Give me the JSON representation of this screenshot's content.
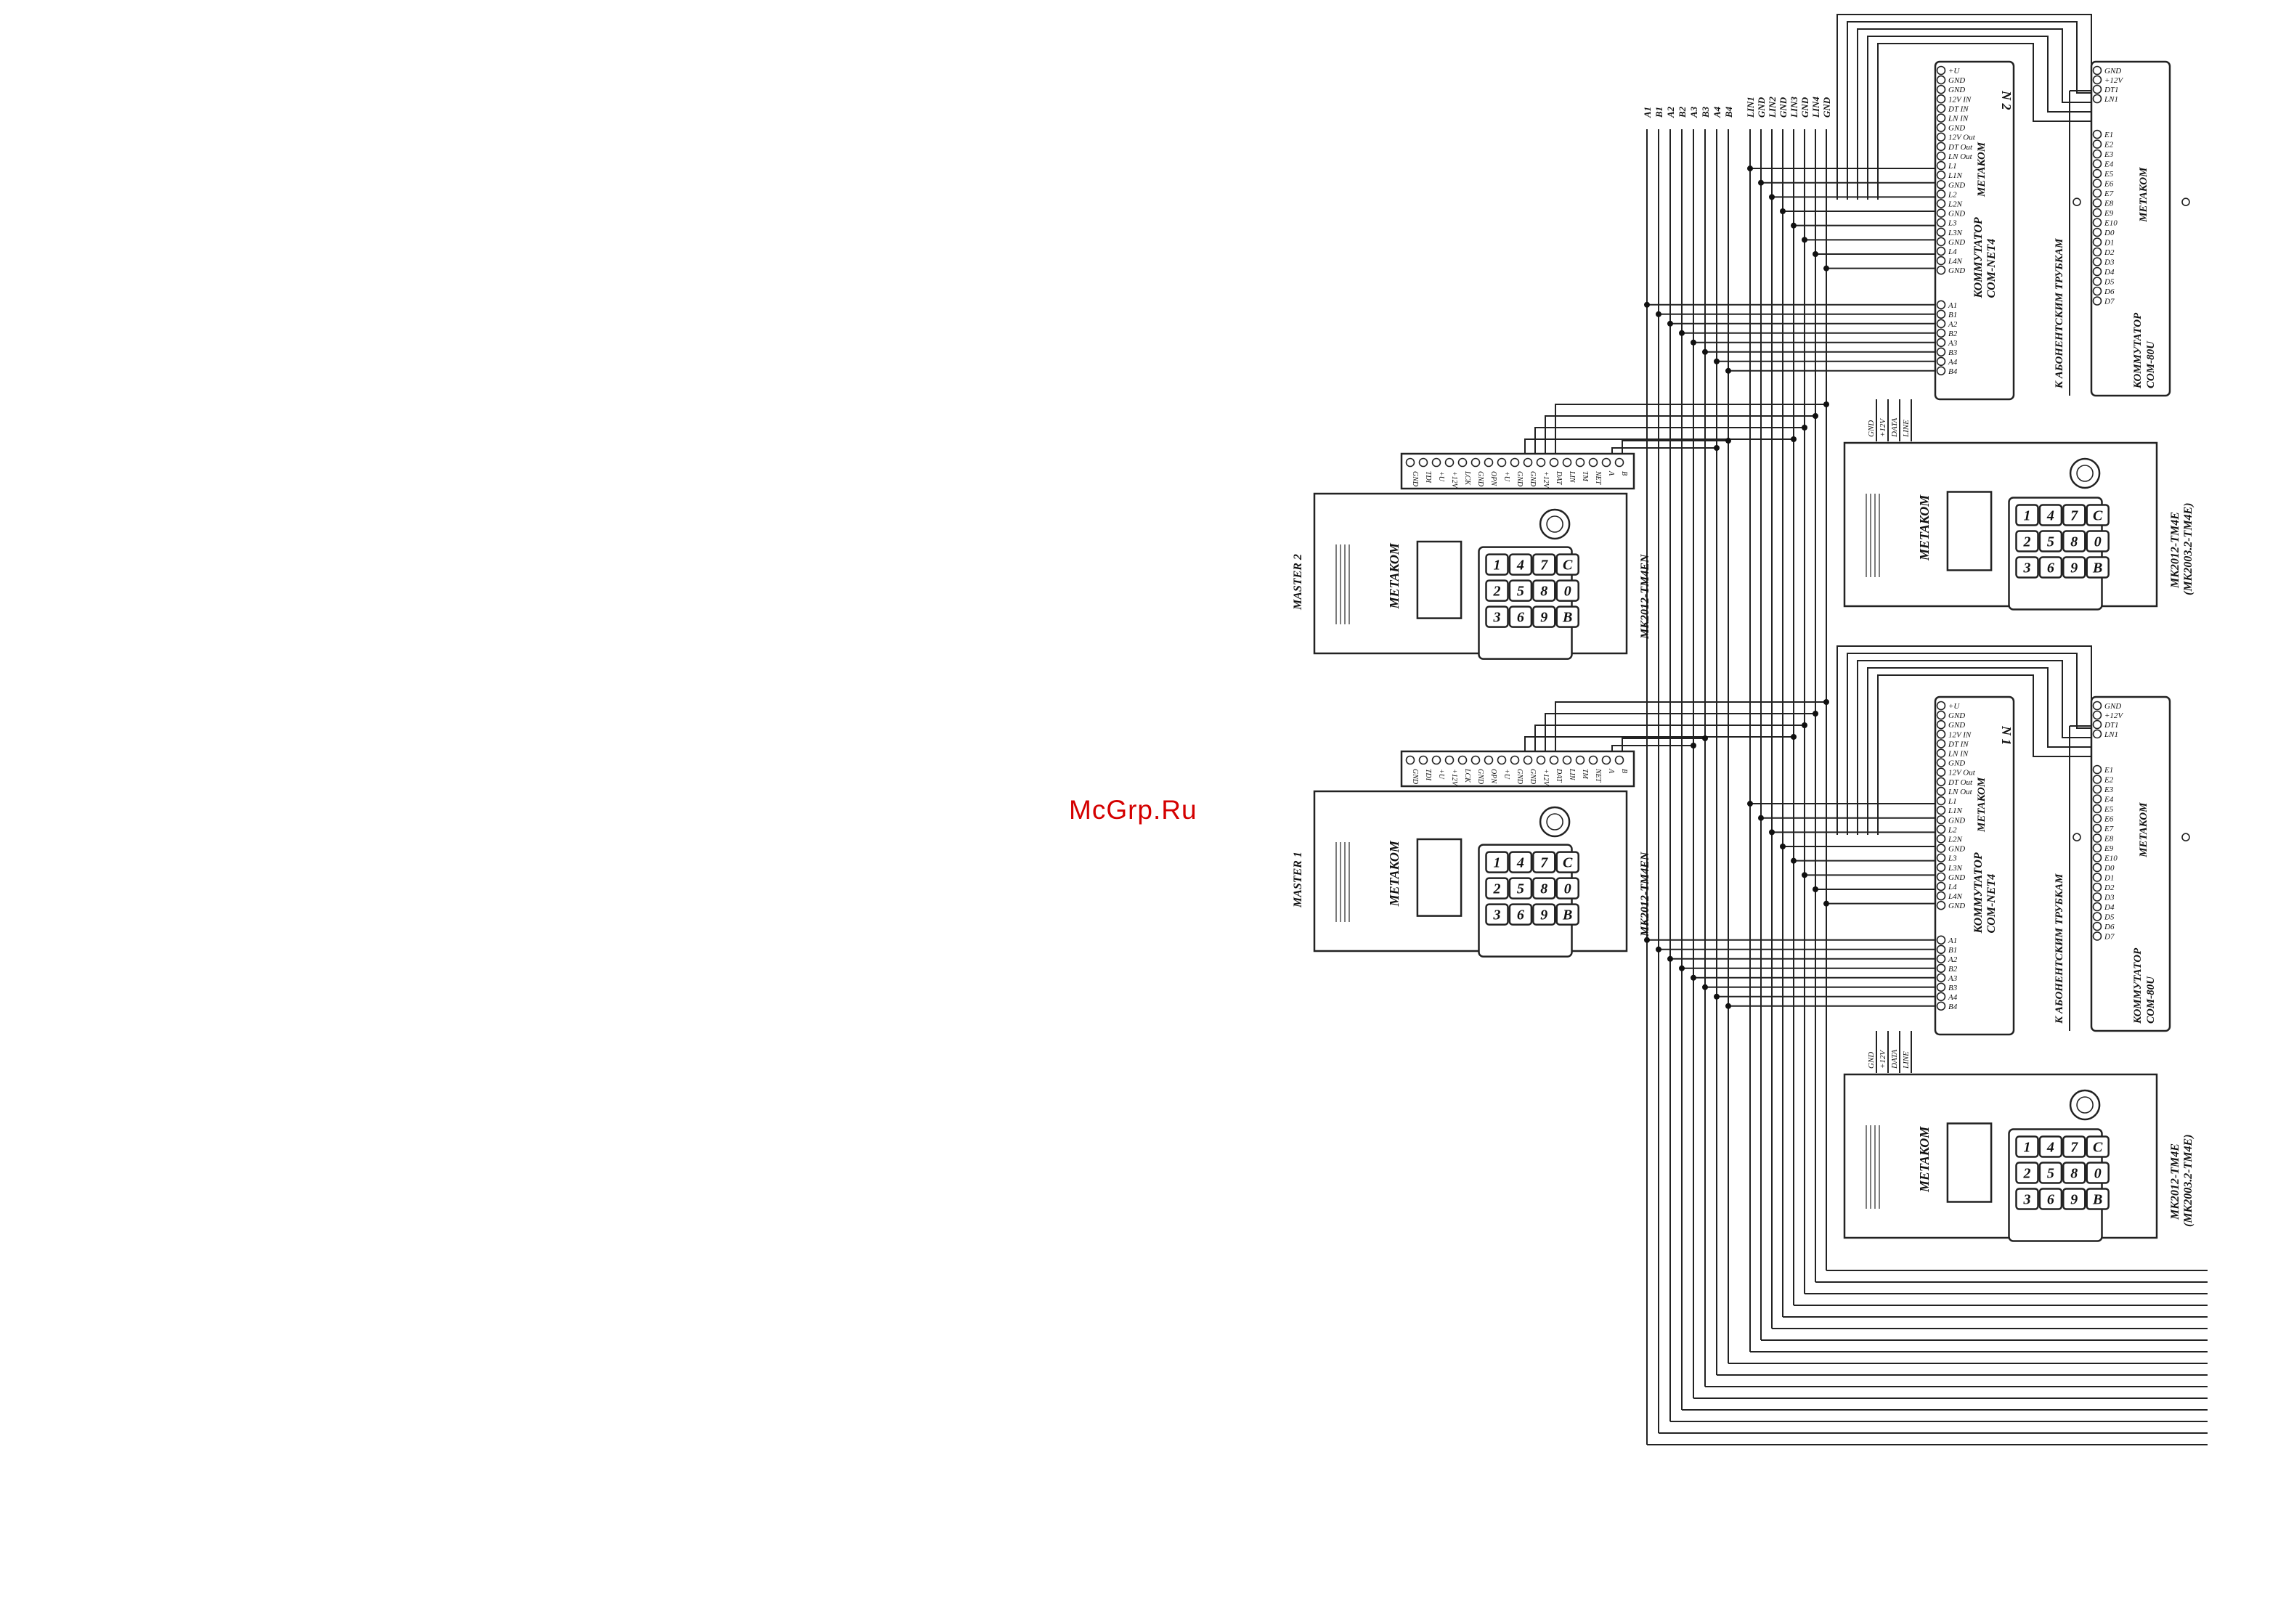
{
  "watermark": "McGrp.Ru",
  "bus_labels": [
    "A1",
    "B1",
    "A2",
    "B2",
    "A3",
    "B3",
    "A4",
    "B4",
    "LIN1",
    "GND",
    "LIN2",
    "GND",
    "LIN3",
    "GND",
    "LIN4",
    "GND"
  ],
  "commutators_net": [
    {
      "number": "N 2",
      "title": "КОММУТАТОР",
      "model": "COM-NET4",
      "logo": "МЕТАКОМ",
      "top_pins": [
        "+U",
        "GND",
        "GND",
        "12V IN",
        "DT IN",
        "LN IN",
        "GND",
        "12V Out",
        "DT Out",
        "LN Out",
        "L1",
        "L1N",
        "GND",
        "L2",
        "L2N",
        "GND",
        "L3",
        "L3N",
        "GND",
        "L4",
        "L4N",
        "GND"
      ],
      "bottom_pins": [
        "A1",
        "B1",
        "A2",
        "B2",
        "A3",
        "B3",
        "A4",
        "B4"
      ]
    },
    {
      "number": "N 1",
      "title": "КОММУТАТОР",
      "model": "COM-NET4",
      "logo": "МЕТАКОМ",
      "top_pins": [
        "+U",
        "GND",
        "GND",
        "12V IN",
        "DT IN",
        "LN IN",
        "GND",
        "12V Out",
        "DT Out",
        "LN Out",
        "L1",
        "L1N",
        "GND",
        "L2",
        "L2N",
        "GND",
        "L3",
        "L3N",
        "GND",
        "L4",
        "L4N",
        "GND"
      ],
      "bottom_pins": [
        "A1",
        "B1",
        "A2",
        "B2",
        "A3",
        "B3",
        "A4",
        "B4"
      ]
    }
  ],
  "commutators_80": [
    {
      "title": "КОММУТАТОР",
      "model": "COM-80U",
      "logo": "МЕТАКОМ",
      "side_label": "К АБОНЕНТСКИМ ТРУБКАМ",
      "top_pins": [
        "GND",
        "+12V",
        "DT1",
        "LN1"
      ],
      "pins": [
        "E1",
        "E2",
        "E3",
        "E4",
        "E5",
        "E6",
        "E7",
        "E8",
        "E9",
        "E10",
        "D0",
        "D1",
        "D2",
        "D3",
        "D4",
        "D5",
        "D6",
        "D7"
      ]
    },
    {
      "title": "КОММУТАТОР",
      "model": "COM-80U",
      "logo": "МЕТАКОМ",
      "side_label": "К АБОНЕНТСКИМ ТРУБКАМ",
      "top_pins": [
        "GND",
        "+12V",
        "DT1",
        "LN1"
      ],
      "pins": [
        "E1",
        "E2",
        "E3",
        "E4",
        "E5",
        "E6",
        "E7",
        "E8",
        "E9",
        "E10",
        "D0",
        "D1",
        "D2",
        "D3",
        "D4",
        "D5",
        "D6",
        "D7"
      ]
    }
  ],
  "master_panels": [
    {
      "label": "MASTER 2",
      "model": "MK2012-TM4EN",
      "logo": "МЕТАКОМ",
      "terminal_pins": [
        "GND",
        "TDI",
        "+U",
        "+12V",
        "LCK",
        "GND",
        "OPN",
        "+U",
        "GND",
        "GND",
        "+12V",
        "DAT",
        "LIN",
        "TM",
        "NET",
        "A",
        "B"
      ],
      "keys": [
        "1",
        "2",
        "3",
        "4",
        "5",
        "6",
        "7",
        "8",
        "9",
        "C",
        "0",
        "B"
      ]
    },
    {
      "label": "MASTER 1",
      "model": "MK2012-TM4EN",
      "logo": "МЕТАКОМ",
      "terminal_pins": [
        "GND",
        "TDI",
        "+U",
        "+12V",
        "LCK",
        "GND",
        "OPN",
        "+U",
        "GND",
        "GND",
        "+12V",
        "DAT",
        "LIN",
        "TM",
        "NET",
        "A",
        "B"
      ],
      "keys": [
        "1",
        "2",
        "3",
        "4",
        "5",
        "6",
        "7",
        "8",
        "9",
        "C",
        "0",
        "B"
      ]
    }
  ],
  "entrance_panels": [
    {
      "model": "MK2012-TM4E",
      "model_alt": "(MK2003.2-TM4E)",
      "logo": "МЕТАКОМ",
      "terminal_pins": [
        "GND",
        "+12V",
        "DATA",
        "LINE"
      ],
      "keys": [
        "1",
        "2",
        "3",
        "4",
        "5",
        "6",
        "7",
        "8",
        "9",
        "C",
        "0",
        "B"
      ]
    },
    {
      "model": "MK2012-TM4E",
      "model_alt": "(MK2003.2-TM4E)",
      "logo": "МЕТАКОМ",
      "terminal_pins": [
        "GND",
        "+12V",
        "DATA",
        "LINE"
      ],
      "keys": [
        "1",
        "2",
        "3",
        "4",
        "5",
        "6",
        "7",
        "8",
        "9",
        "C",
        "0",
        "B"
      ]
    }
  ]
}
